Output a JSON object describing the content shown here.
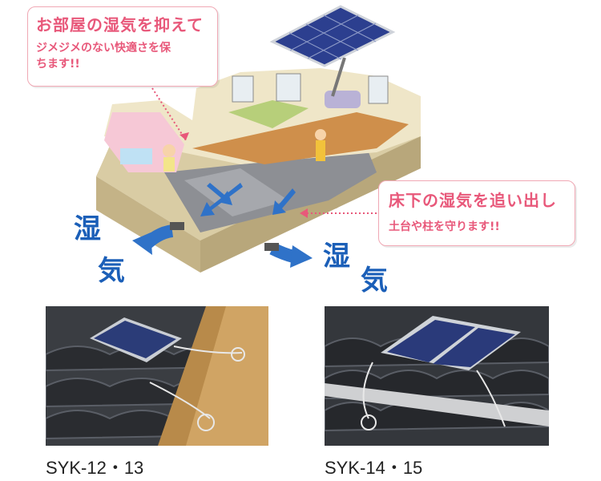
{
  "callout_top": {
    "heading": "お部屋の湿気を抑えて",
    "line1": "ジメジメのない快適さを保",
    "line2": "ちます!!"
  },
  "callout_right": {
    "heading": "床下の湿気を追い出し",
    "line1": "土台や柱を守ります!!"
  },
  "humidity_labels": {
    "left_top": "湿",
    "left_bottom": "気",
    "right_top": "湿",
    "right_bottom": "気"
  },
  "products": [
    {
      "model": "SYK-12・13"
    },
    {
      "model": "SYK-14・15"
    }
  ],
  "colors": {
    "accent_pink": "#e8587a",
    "label_blue": "#1b5fb8",
    "arrow_blue": "#2f72c8"
  }
}
